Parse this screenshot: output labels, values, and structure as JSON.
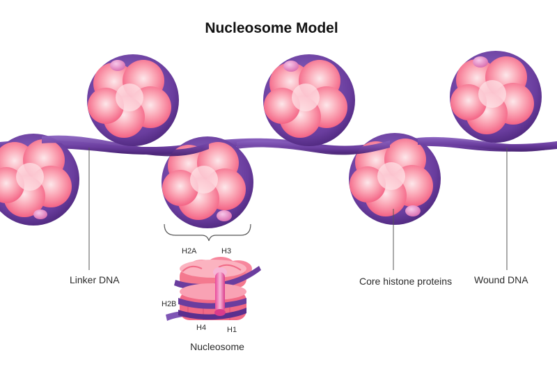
{
  "title": "Nucleosome Model",
  "labels": {
    "linker_dna": "Linker DNA",
    "core_histone_proteins": "Core histone proteins",
    "wound_dna": "Wound DNA",
    "nucleosome": "Nucleosome",
    "h2a": "H2A",
    "h3": "H3",
    "h2b": "H2B",
    "h4": "H4",
    "h1": "H1"
  },
  "colors": {
    "dna_purple": "#6a3d9e",
    "dna_dark": "#4a2478",
    "histone_pink": "#f46a8a",
    "histone_light": "#fbd2d8",
    "h1_pink": "#e06ab0",
    "callout": "#555555"
  },
  "icons": {
    "nucleosome_bead": "nucleosome-bead-icon",
    "nucleosome_closeup": "nucleosome-closeup-icon"
  }
}
